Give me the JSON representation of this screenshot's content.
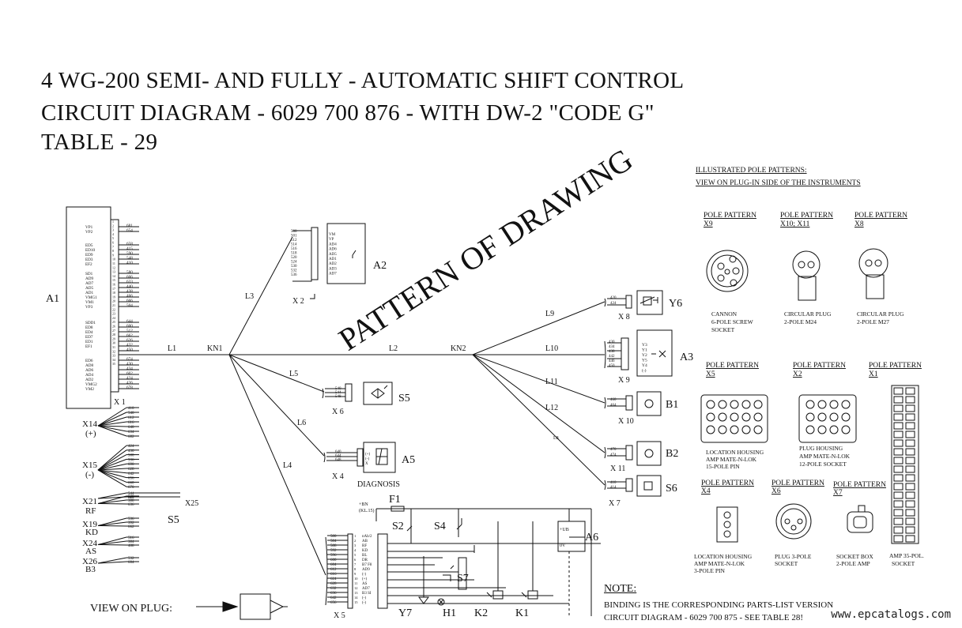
{
  "title": {
    "line1": "4 WG-200 SEMI- AND FULLY - AUTOMATIC SHIFT CONTROL",
    "line2": "CIRCUIT DIAGRAM - 6029 700 876 - WITH DW-2 \"CODE G\"",
    "line3": "TABLE - 29"
  },
  "overlay_text": "PATTERN OF DRAWING",
  "pole_patterns": {
    "header1": "ILLUSTRATED POLE PATTERNS:",
    "header2": "VIEW ON PLUG-IN SIDE OF THE INSTRUMENTS",
    "pattern_label": "POLE PATTERN",
    "x9": {
      "ref": "X9",
      "desc1": "CANNON",
      "desc2": "6-POLE SCREW",
      "desc3": "SOCKET"
    },
    "x10": {
      "ref": "X10; X11",
      "desc1": "CIRCULAR PLUG",
      "desc2": "2-POLE  M24"
    },
    "x8": {
      "ref": "X8",
      "desc1": "CIRCULAR PLUG",
      "desc2": "2-POLE  M27"
    },
    "x5": {
      "ref": "X5",
      "desc1": "LOCATION HOUSING",
      "desc2": "AMP MATE-N-LOK",
      "desc3": "15-POLE  PIN"
    },
    "x2": {
      "ref": "X2",
      "desc1": "PLUG HOUSING",
      "desc2": "AMP MATE-N-LOK",
      "desc3": "12-POLE SOCKET"
    },
    "x1": {
      "ref": "X1",
      "desc1": "AMP 35-POL.",
      "desc2": "SOCKET"
    },
    "x4": {
      "ref": "X4",
      "desc1": "LOCATION HOUSING",
      "desc2": "AMP MATE-N-LOK",
      "desc3": "3-POLE PIN"
    },
    "x6": {
      "ref": "X6",
      "desc1": "PLUG 3-POLE",
      "desc2": "SOCKET"
    },
    "x7": {
      "ref": "X7",
      "desc1": "SOCKET BOX",
      "desc2": "2-POLE AMP"
    }
  },
  "components": {
    "a1": "A1",
    "a2": "A2",
    "a3": "A3",
    "a5": "A5",
    "a6": "A6",
    "s5": "S5",
    "s5b": "S5",
    "s6": "S6",
    "s2": "S2",
    "s4": "S4",
    "s7": "S7",
    "y6": "Y6",
    "y7": "Y7",
    "h1": "H1",
    "k1": "K1",
    "k2": "K2",
    "b1": "B1",
    "b2": "B2",
    "f1": "F1",
    "diagnosis": "DIAGNOSIS"
  },
  "connectors": {
    "x1": "X 1",
    "x2": "X 2",
    "x4": "X 4",
    "x5": "X 5",
    "x6": "X 6",
    "x7": "X 7",
    "x8": "X 8",
    "x9": "X 9",
    "x10": "X 10",
    "x11": "X 11",
    "x14": "X14",
    "x14s": "(+)",
    "x15": "X15",
    "x15s": "(-)",
    "x21": "X21",
    "x21s": "RF",
    "x19": "X19",
    "x19s": "KD",
    "x24": "X24",
    "x24s": "AS",
    "x26": "X26",
    "x26s": "B3",
    "x25": "X25"
  },
  "lines": {
    "l1": "L1",
    "l2": "L2",
    "l3": "L3",
    "l4": "L4",
    "l5": "L5",
    "l6": "L6",
    "l9": "L9",
    "l10": "L10",
    "l11": "L11",
    "l12": "L12",
    "l8": "L8",
    "kn1": "KN1",
    "kn2": "KN2"
  },
  "power": {
    "bn": "+BN",
    "kl": "(KL.15)",
    "ub": "+UB",
    "ov": "0V"
  },
  "view_on_plug": "VIEW ON PLUG:",
  "note": {
    "heading": "NOTE:",
    "line1": "BINDING IS THE CORRESPONDING PARTS-LIST VERSION",
    "line2": "CIRCUIT DIAGRAM - 6029 700 875 - SEE TABLE 28!"
  },
  "watermark": "www.epcatalogs.com",
  "a1_pins": {
    "groups": [
      [
        "VP1",
        "VP2"
      ],
      [
        "ED5",
        "ED10",
        "ED9",
        "ED3",
        "EF2"
      ],
      [
        "SD1",
        "AD9",
        "AD7",
        "AD5",
        "AD1",
        "VMG1",
        "VM1",
        "VP3"
      ],
      [
        "SDD1",
        "ED8",
        "ED4",
        "ED7",
        "ED1",
        "EF1"
      ],
      [
        "ED6",
        "AD8",
        "AD6",
        "AD4",
        "AD2",
        "VMG2",
        "VM2"
      ]
    ],
    "wires": [
      [
        "681",
        "654"
      ],
      [
        "658",
        "415",
        "590",
        "548",
        "410"
      ],
      [
        "580",
        "606",
        "633",
        "440",
        "438",
        "466",
        "666",
        "504"
      ],
      [
        "644",
        "600",
        "512",
        "662",
        "626",
        "432",
        "450"
      ],
      [
        "674",
        "430",
        "434",
        "602",
        "424",
        "426",
        "678"
      ]
    ]
  },
  "a2_pins": {
    "labels": [
      "VM",
      "VP",
      "AD4",
      "AD6",
      "AD5",
      "AD1",
      "AD2",
      "AD3",
      "AD7"
    ],
    "wires": [
      "500",
      "501",
      "512",
      "514",
      "516",
      "518",
      "520",
      "524",
      "530",
      "532",
      "536"
    ]
  },
  "a3_pins": {
    "labels": [
      "Y3",
      "Y1",
      "Y2",
      "Y5",
      "Y4",
      "(-)"
    ],
    "wires": [
      "430",
      "434",
      "438",
      "442",
      "446",
      "450"
    ]
  },
  "a5_pins": {
    "wires": [
      "640",
      "644",
      "648"
    ],
    "labels": [
      "(+)",
      "(-)",
      "X"
    ]
  },
  "s5_pins": {
    "wires": [
      "540",
      "544",
      "548"
    ]
  },
  "y6_pins": {
    "wires": [
      "420",
      "424"
    ]
  },
  "b1_pins": {
    "wires": [
      "460",
      "464"
    ]
  },
  "b2_pins": {
    "wires": [
      "470",
      "474"
    ]
  },
  "s6_pins": {
    "wires": [
      "410",
      "414"
    ]
  },
  "x5_pins": {
    "wires": [
      "580",
      "584",
      "588",
      "592",
      "596",
      "600",
      "604",
      "612",
      "616",
      "624",
      "628",
      "632",
      "636",
      "642",
      "656"
    ],
    "labels": [
      "nAb/2",
      "AB",
      "RF",
      "KD",
      "BL",
      "DR",
      "B7 F8",
      "AD9",
      "(-)",
      "(+)",
      "AS",
      "AD7",
      "B3 SI",
      "(-)",
      "(-)"
    ]
  },
  "x14_wires": [
    "410",
    "540",
    "612",
    "616",
    "640",
    "634",
    "682"
  ],
  "x15_wires": [
    "424",
    "430",
    "500",
    "536",
    "690",
    "628",
    "642",
    "656",
    "660",
    "670"
  ],
  "x21_wires": [
    "520",
    "388",
    "636"
  ],
  "x25_wires": [
    "544",
    "620"
  ],
  "x19_wires": [
    "536",
    "392",
    "662"
  ],
  "x24_wires": [
    "516",
    "384",
    "488"
  ],
  "x26_wires": [
    "532",
    "604"
  ]
}
